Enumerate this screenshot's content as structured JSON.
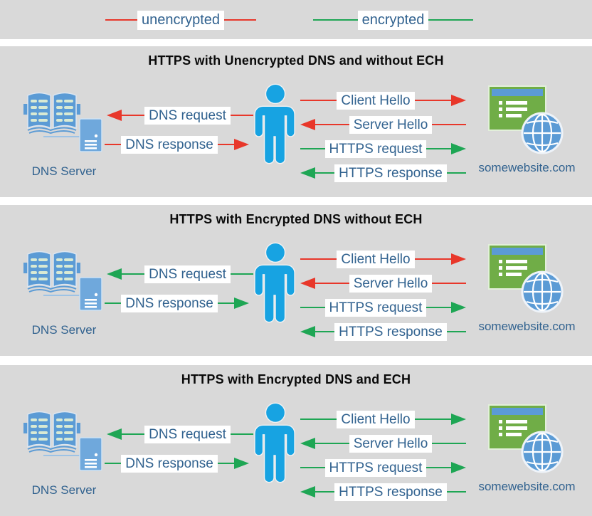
{
  "colors": {
    "unencrypted": "#e8372a",
    "encrypted": "#1ea654",
    "panel_bg": "#d9d9d9",
    "label_text": "#31628f",
    "icon_blue": "#5b9bd5",
    "icon_blue_light": "#6fa8dc",
    "icon_green": "#70ad47",
    "person_blue": "#17a3e2"
  },
  "legend": {
    "items": [
      {
        "label": "unencrypted",
        "state": "unencrypted"
      },
      {
        "label": "encrypted",
        "state": "encrypted"
      }
    ]
  },
  "panels": [
    {
      "title": "HTTPS with Unencrypted DNS and without ECH",
      "dns_server_label": "DNS Server",
      "website_label": "somewebsite.com",
      "messages": {
        "dns_request": {
          "label": "DNS request",
          "state": "unencrypted"
        },
        "dns_response": {
          "label": "DNS response",
          "state": "unencrypted"
        },
        "client_hello": {
          "label": "Client Hello",
          "state": "unencrypted"
        },
        "server_hello": {
          "label": "Server Hello",
          "state": "unencrypted"
        },
        "https_request": {
          "label": "HTTPS request",
          "state": "encrypted"
        },
        "https_response": {
          "label": "HTTPS response",
          "state": "encrypted"
        }
      }
    },
    {
      "title": "HTTPS with Encrypted DNS without ECH",
      "dns_server_label": "DNS Server",
      "website_label": "somewebsite.com",
      "messages": {
        "dns_request": {
          "label": "DNS request",
          "state": "encrypted"
        },
        "dns_response": {
          "label": "DNS response",
          "state": "encrypted"
        },
        "client_hello": {
          "label": "Client Hello",
          "state": "unencrypted"
        },
        "server_hello": {
          "label": "Server Hello",
          "state": "unencrypted"
        },
        "https_request": {
          "label": "HTTPS request",
          "state": "encrypted"
        },
        "https_response": {
          "label": "HTTPS response",
          "state": "encrypted"
        }
      }
    },
    {
      "title": "HTTPS with Encrypted DNS and ECH",
      "dns_server_label": "DNS Server",
      "website_label": "somewebsite.com",
      "messages": {
        "dns_request": {
          "label": "DNS request",
          "state": "encrypted"
        },
        "dns_response": {
          "label": "DNS response",
          "state": "encrypted"
        },
        "client_hello": {
          "label": "Client Hello",
          "state": "encrypted"
        },
        "server_hello": {
          "label": "Server Hello",
          "state": "encrypted"
        },
        "https_request": {
          "label": "HTTPS request",
          "state": "encrypted"
        },
        "https_response": {
          "label": "HTTPS response",
          "state": "encrypted"
        }
      }
    }
  ]
}
